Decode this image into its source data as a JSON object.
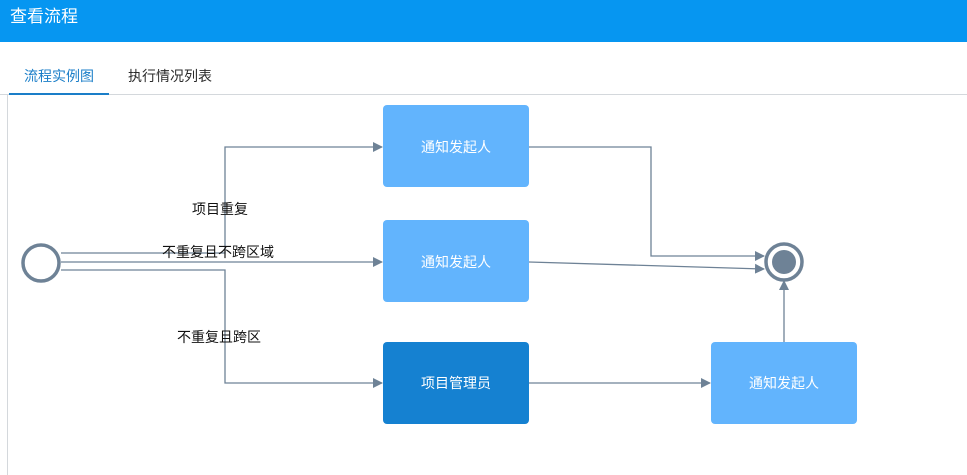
{
  "window": {
    "title": "查看流程"
  },
  "tabs": [
    {
      "label": "流程实例图",
      "active": true
    },
    {
      "label": "执行情况列表",
      "active": false
    }
  ],
  "diagram": {
    "nodes": {
      "task_notify_top": "通知发起人",
      "task_notify_middle": "通知发起人",
      "task_project_manager": "项目管理员",
      "task_notify_bottom": "通知发起人"
    },
    "edge_labels": {
      "repeat": "项目重复",
      "not_repeat_not_cross": "不重复且不跨区域",
      "not_repeat_cross": "不重复且跨区"
    }
  },
  "colors": {
    "header": "#0696f1",
    "tab_active": "#1a7ec8",
    "task_light": "#62b4fd",
    "task_dark": "#1581d1",
    "edge": "#6e8296",
    "event_stroke": "#6e8296",
    "end_fill": "#6e8296"
  }
}
